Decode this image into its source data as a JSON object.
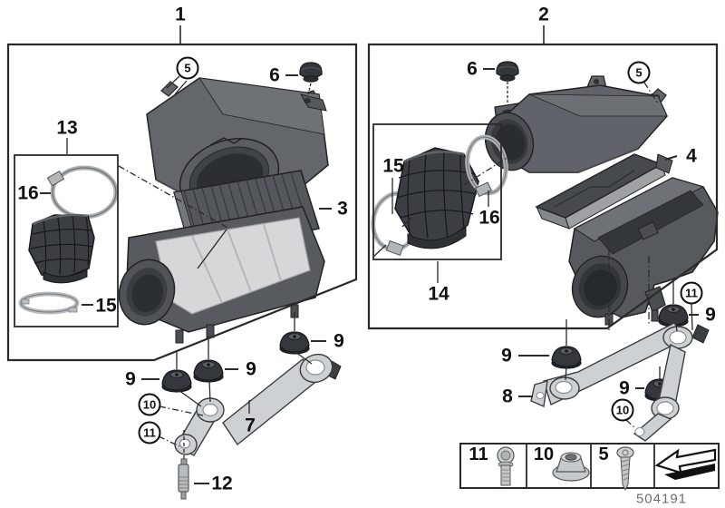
{
  "colors": {
    "line": "#2a2a2a",
    "text": "#111111",
    "muted_text": "#6e6e6e",
    "metal": "#ced1d4",
    "rubber": "#35383c",
    "background": "#ffffff"
  },
  "drawing_number": "504191",
  "parts": {
    "p1": "1",
    "p2": "2",
    "p3": "3",
    "p4": "4",
    "p5": "5",
    "p6": "6",
    "p7": "7",
    "p8": "8",
    "p9": "9",
    "p10": "10",
    "p11": "11",
    "p12": "12",
    "p13": "13",
    "p14": "14",
    "p15": "15",
    "p16": "16"
  },
  "legend": {
    "items": [
      {
        "number": "11",
        "icon": "torx-bolt-icon"
      },
      {
        "number": "10",
        "icon": "flange-nut-icon"
      },
      {
        "number": "5",
        "icon": "tapping-screw-icon"
      },
      {
        "number": "",
        "icon": "page-turn-arrow-icon"
      }
    ]
  }
}
